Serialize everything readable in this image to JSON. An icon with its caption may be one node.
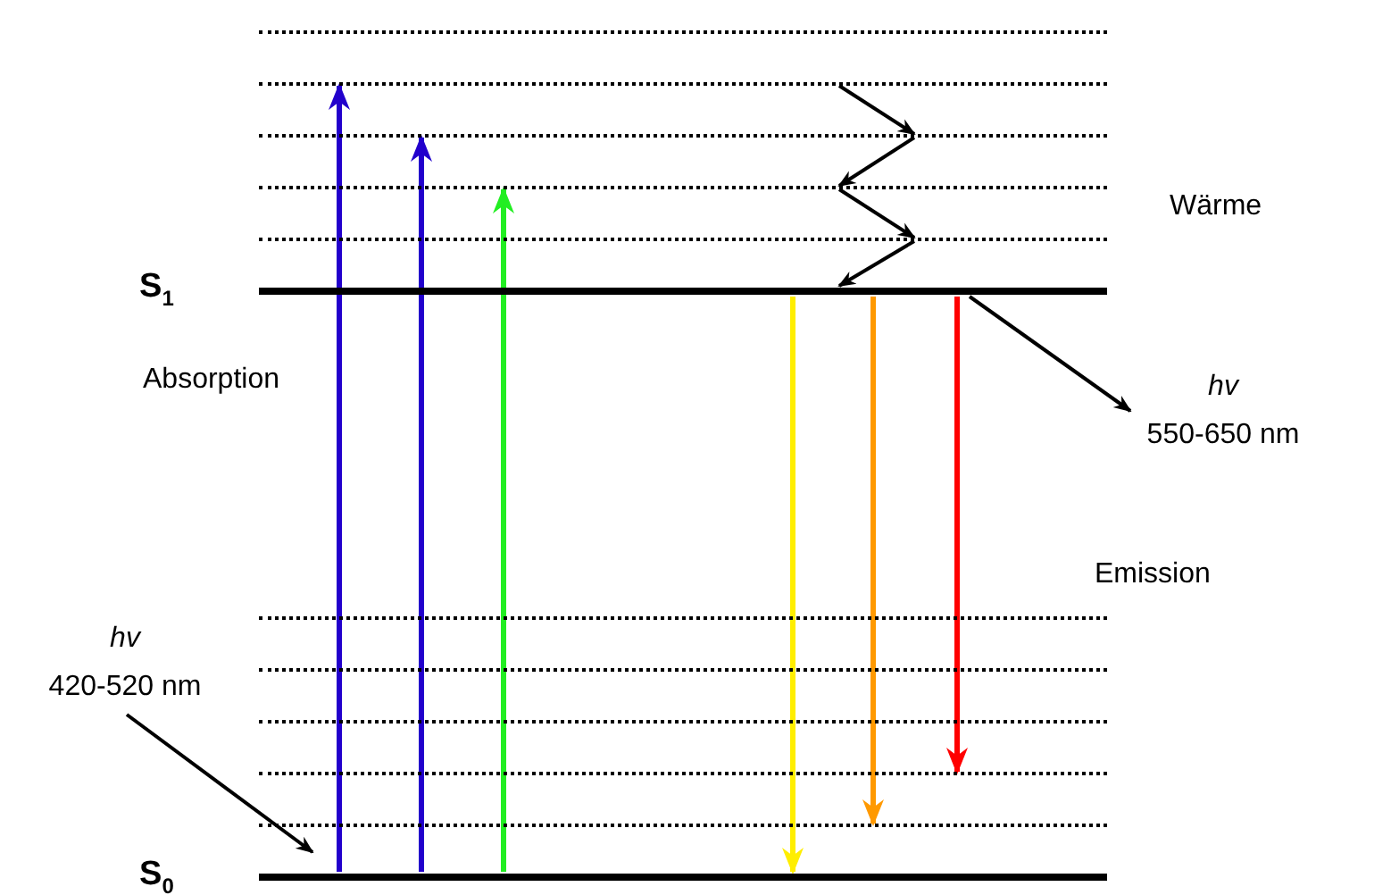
{
  "diagram": {
    "nodes": [
      {
        "text": [],
        "shape": "line"
      },
      {
        "text": [],
        "shape": "line"
      },
      {
        "text": [],
        "shape": "line"
      },
      {
        "text": [],
        "shape": "line"
      },
      {
        "text": [],
        "shape": "line"
      },
      {
        "text": [
          "S$_{1}$"
        ]
      },
      {
        "text": [],
        "shape": "line"
      },
      {
        "text": [],
        "shape": "line"
      },
      {
        "text": [],
        "shape": "line"
      },
      {
        "text": [],
        "shape": "line"
      },
      {
        "text": [],
        "shape": "line"
      },
      {
        "text": [
          "S$_{0}$"
        ]
      },
      {
        "text": [
          "hv",
          "420-520 nm"
        ]
      },
      {
        "text": [
          "hv",
          "550-650 nm"
        ]
      }
    ],
    "edges": [
      {
        "from": 11,
        "to": 1,
        "arrow": "to",
        "color": "#2200cc"
      },
      {
        "from": 11,
        "to": 2,
        "arrow": "to",
        "color": "#2200cc"
      },
      {
        "from": 11,
        "to": 3,
        "arrow": "to",
        "color": "#22ee22"
      },
      {
        "from": 5,
        "to": 11,
        "arrow": "to",
        "color": "#ffee00"
      },
      {
        "from": 5,
        "to": 10,
        "arrow": "to",
        "color": "#ff9900"
      },
      {
        "from": 5,
        "to": 9,
        "arrow": "to",
        "color": "#ff0000"
      },
      {
        "from": 1,
        "to": 2,
        "arrow": "to"
      },
      {
        "from": 2,
        "to": 3,
        "arrow": "to"
      },
      {
        "from": 3,
        "to": 4,
        "arrow": "to"
      },
      {
        "from": 4,
        "to": 5,
        "arrow": "to"
      },
      {
        "from": 12,
        "to": 10,
        "arrow": "to"
      },
      {
        "from": 5,
        "to": 13,
        "arrow": "to"
      }
    ],
    "labels": [
      "Wärme",
      "Absorption",
      "Emission"
    ]
  }
}
